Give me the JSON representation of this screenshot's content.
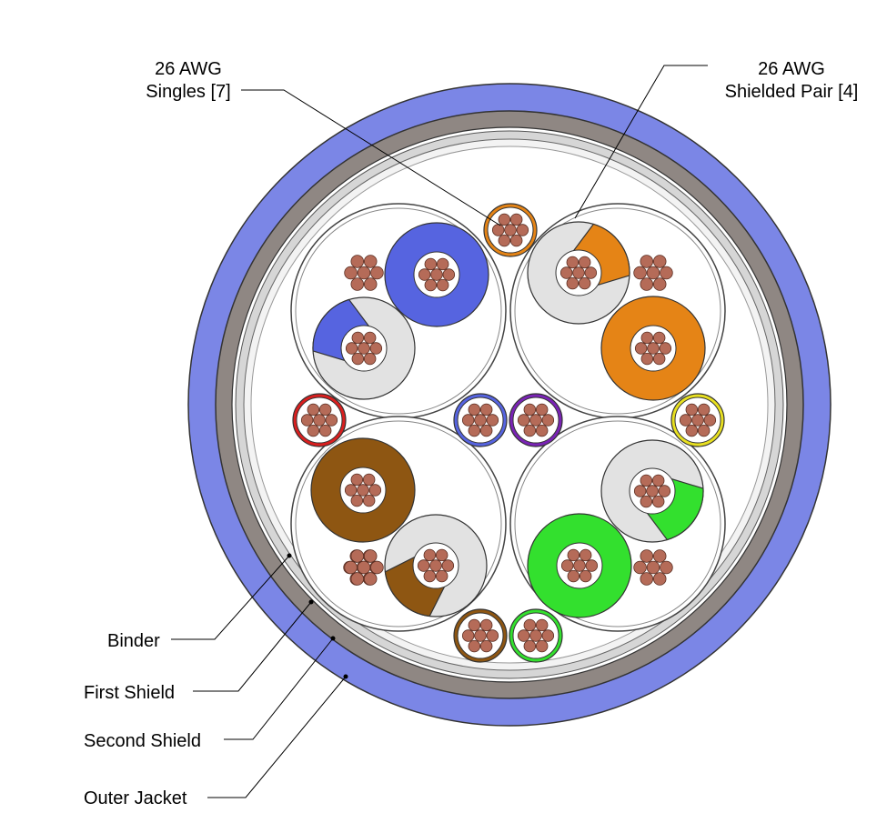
{
  "labels": {
    "singles": {
      "line1": "26 AWG",
      "line2": "Singles [7]"
    },
    "pairs": {
      "line1": "26 AWG",
      "line2": "Shielded Pair [4]"
    },
    "binder": "Binder",
    "first_shield": "First Shield",
    "second_shield": "Second Shield",
    "outer_jacket": "Outer Jacket"
  },
  "colors": {
    "outer_jacket": "#7b86e6",
    "second_shield": "#8f8783",
    "first_shield": "#cfcfcf",
    "binder": "#f2f2f2",
    "copper": "#b56b58",
    "foil": "#e2e2e2",
    "blue": "#5664e0",
    "orange": "#e58416",
    "brown": "#8e5612",
    "green": "#33e02e",
    "red": "#d91f1f",
    "violet": "#7a23b5",
    "yellow": "#e8e020"
  },
  "pairs": [
    {
      "name": "blue-pair",
      "colors": [
        "blue",
        "white-blue"
      ]
    },
    {
      "name": "orange-pair",
      "colors": [
        "orange",
        "white-orange"
      ]
    },
    {
      "name": "brown-pair",
      "colors": [
        "brown",
        "white-brown"
      ]
    },
    {
      "name": "green-pair",
      "colors": [
        "green",
        "white-green"
      ]
    }
  ],
  "singles": [
    "orange",
    "red",
    "blue",
    "violet",
    "yellow",
    "brown",
    "green"
  ]
}
